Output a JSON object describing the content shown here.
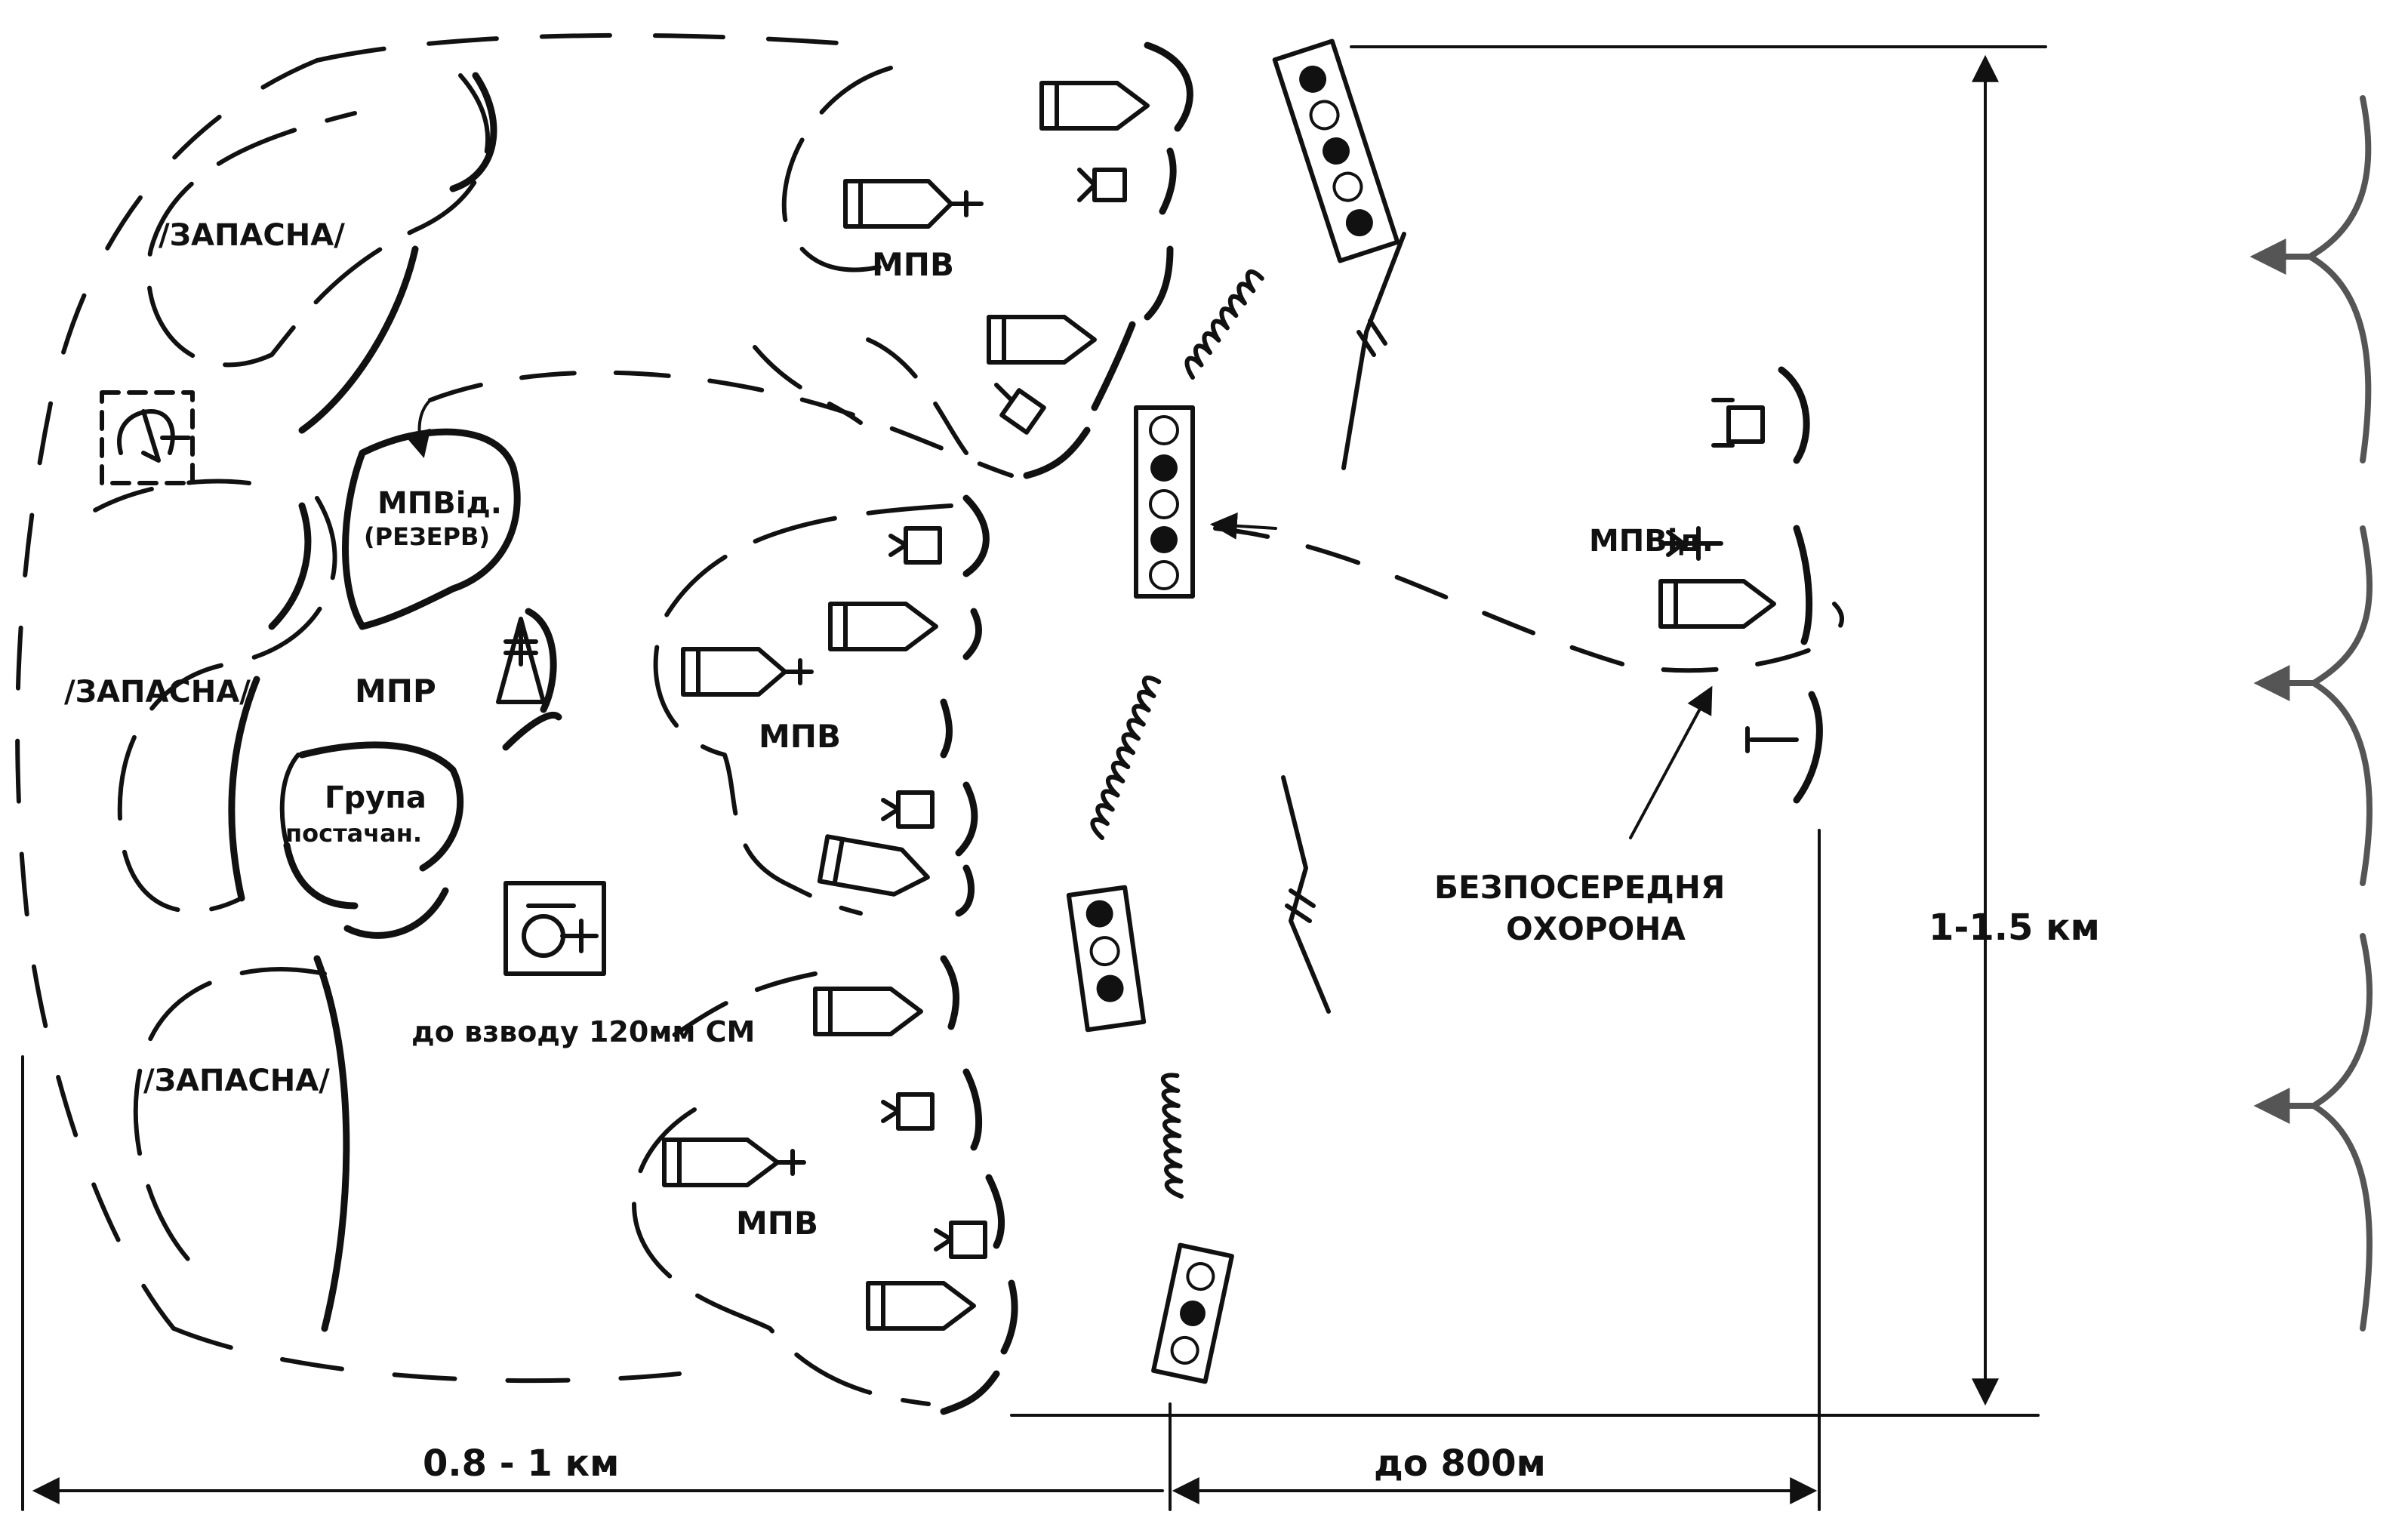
{
  "labels": {
    "zone_reserve_1": "/ЗАПАСНА/",
    "zone_reserve_2": "/ЗАПАСНА/",
    "zone_reserve_3": "/ЗАПАСНА/",
    "mpv_1": "МПВ",
    "mpv_2": "МПВ",
    "mpv_3": "МПВ",
    "mpvid_reserve_line1": "МПВід.",
    "mpvid_reserve_line2": "(РЕЗЕРВ)",
    "mpr": "МПР",
    "group_line1": "Група",
    "group_line2": "постачан.",
    "mortar_platoon": "до взводу 120мм СМ",
    "mpvid_forward": "МПВід.",
    "security_line1": "БЕЗПОСЕРЕДНЯ",
    "security_line2": "ОХОРОНА",
    "dim_depth": "0.8 - 1 км",
    "dim_forward": "до 800м",
    "dim_front": "1-1.5 км"
  },
  "colors": {
    "ink": "#111111",
    "wave": "#555555",
    "background": "#ffffff"
  }
}
